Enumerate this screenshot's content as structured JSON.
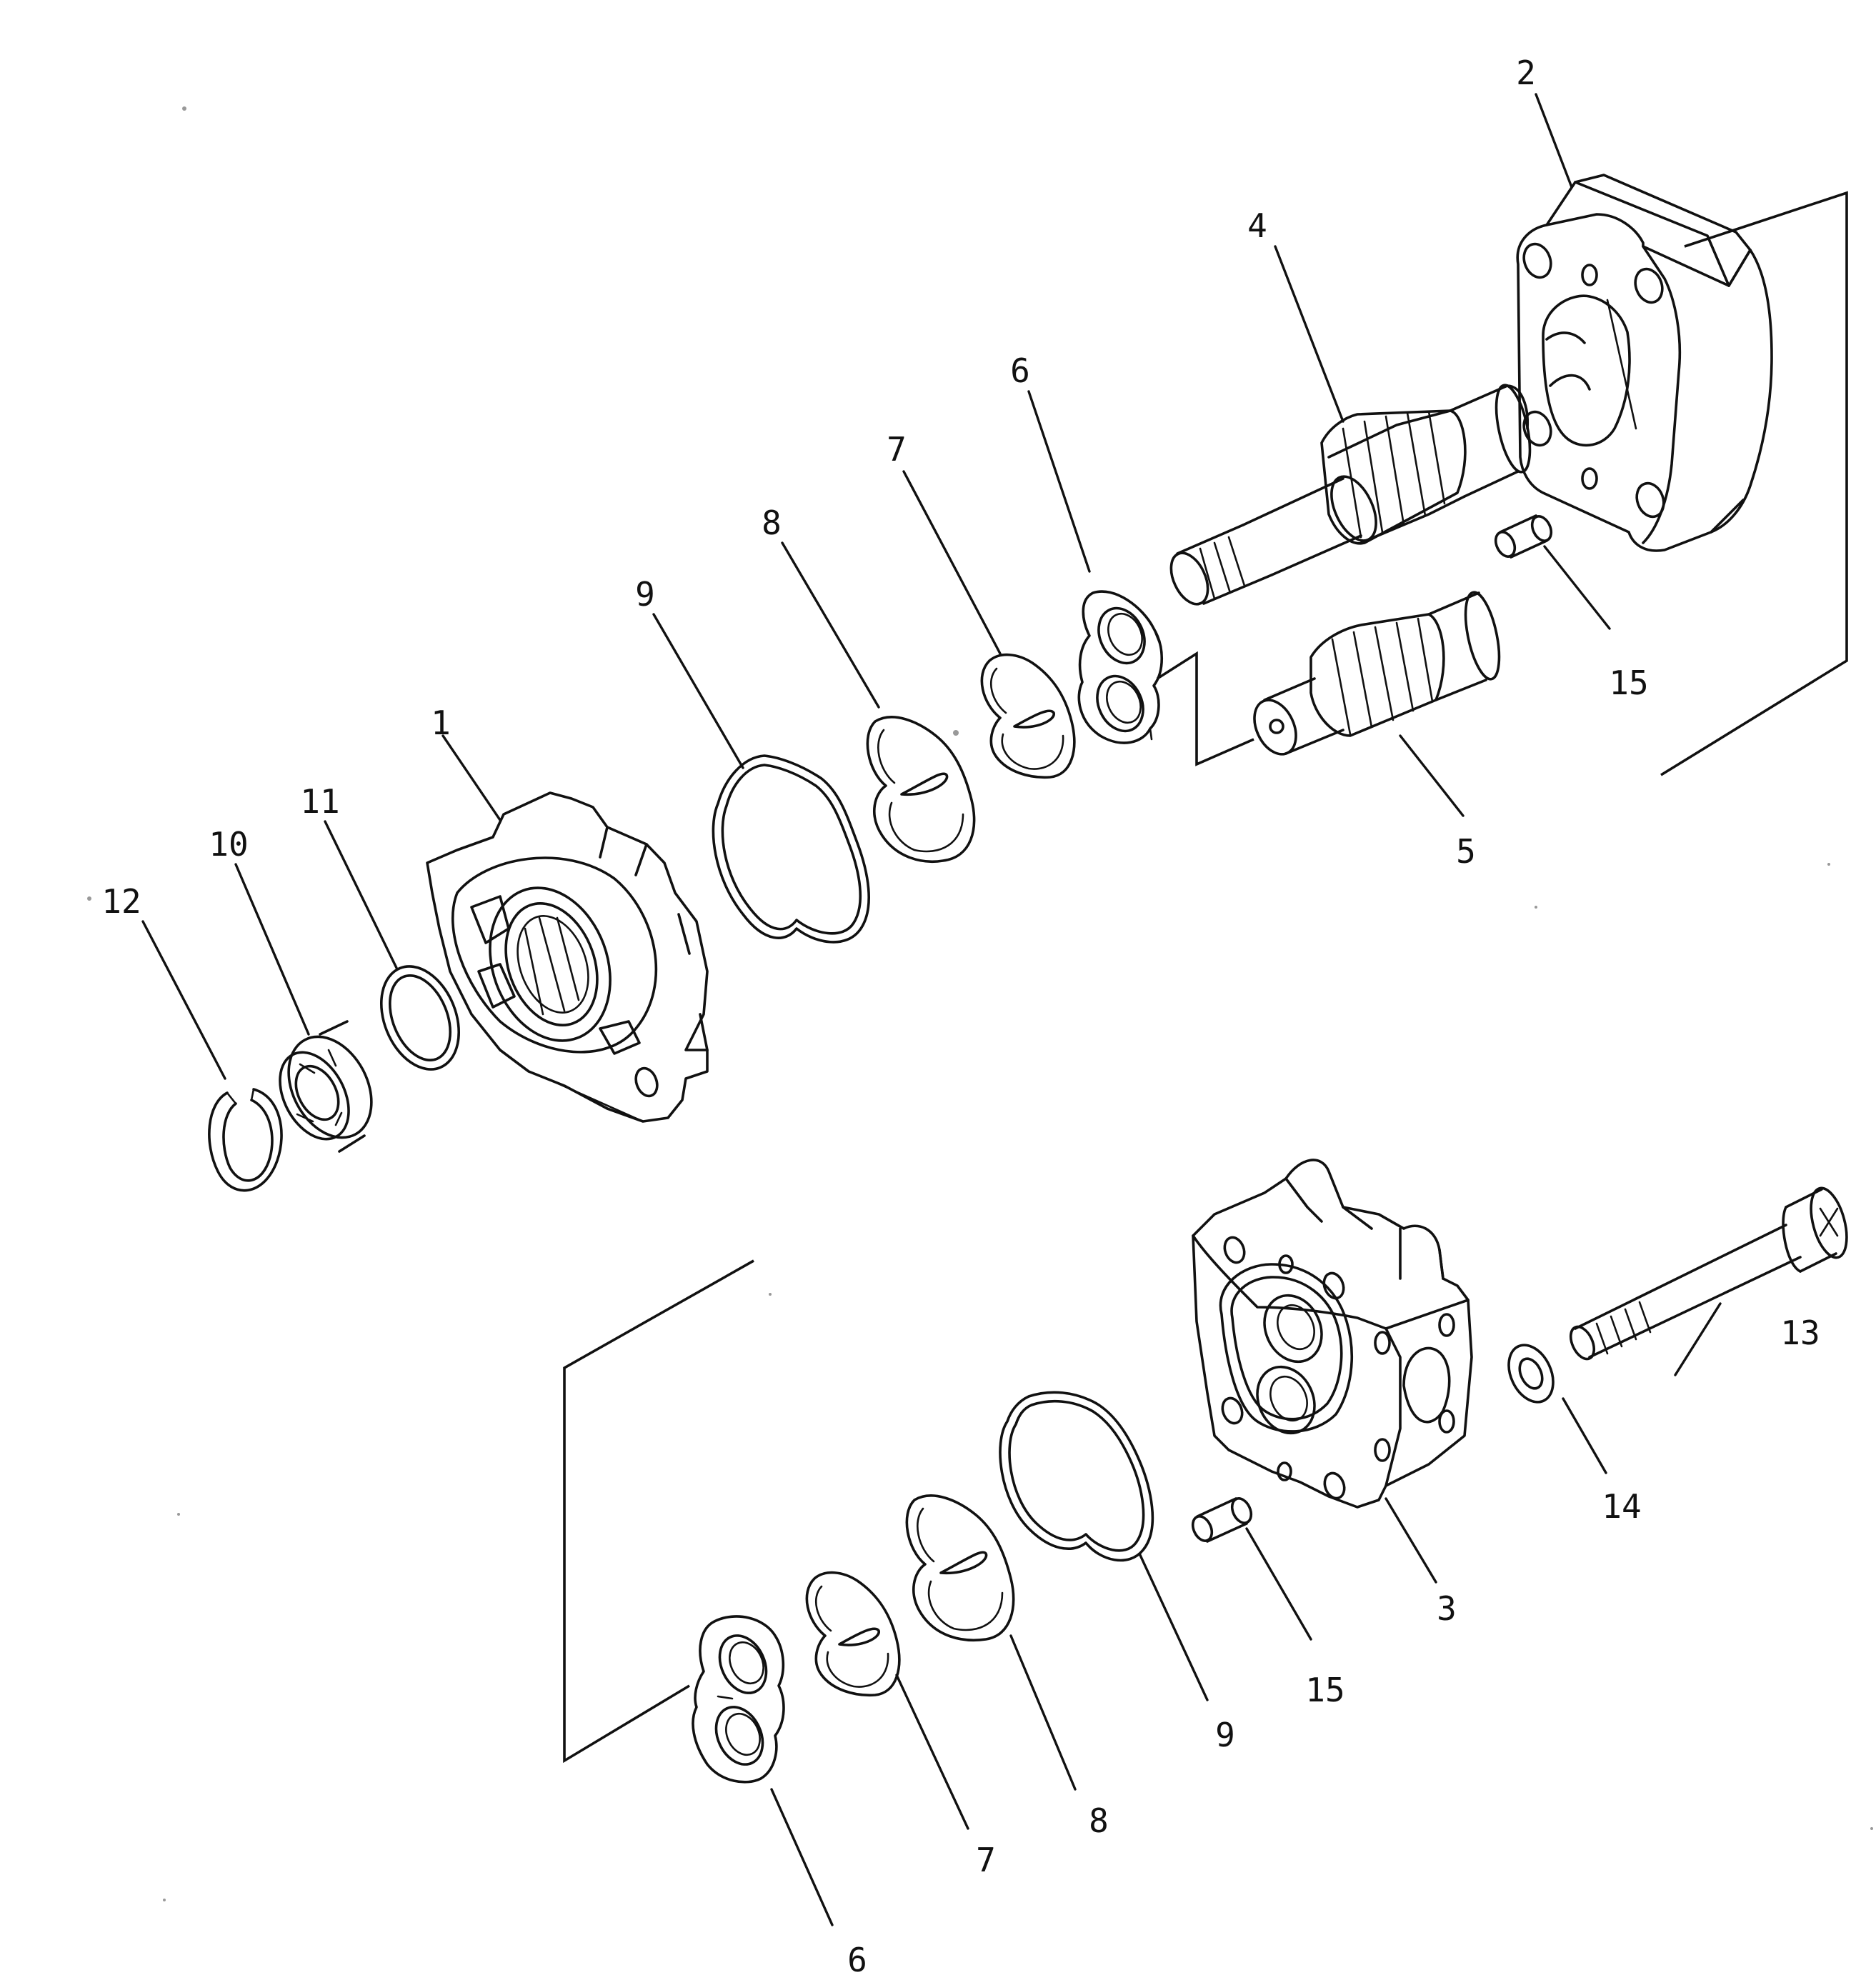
{
  "callouts": [
    {
      "id": "c1",
      "text": "1"
    },
    {
      "id": "c2",
      "text": "2"
    },
    {
      "id": "c3",
      "text": "3"
    },
    {
      "id": "c4",
      "text": "4"
    },
    {
      "id": "c5",
      "text": "5"
    },
    {
      "id": "c6a",
      "text": "6"
    },
    {
      "id": "c6b",
      "text": "6"
    },
    {
      "id": "c7a",
      "text": "7"
    },
    {
      "id": "c7b",
      "text": "7"
    },
    {
      "id": "c8a",
      "text": "8"
    },
    {
      "id": "c8b",
      "text": "8"
    },
    {
      "id": "c9a",
      "text": "9"
    },
    {
      "id": "c9b",
      "text": "9"
    },
    {
      "id": "c10",
      "text": "10"
    },
    {
      "id": "c11",
      "text": "11"
    },
    {
      "id": "c12",
      "text": "12"
    },
    {
      "id": "c13",
      "text": "13"
    },
    {
      "id": "c14",
      "text": "14"
    },
    {
      "id": "c15a",
      "text": "15"
    },
    {
      "id": "c15b",
      "text": "15"
    }
  ],
  "colors": {
    "line": "#111111",
    "background": "#ffffff"
  }
}
